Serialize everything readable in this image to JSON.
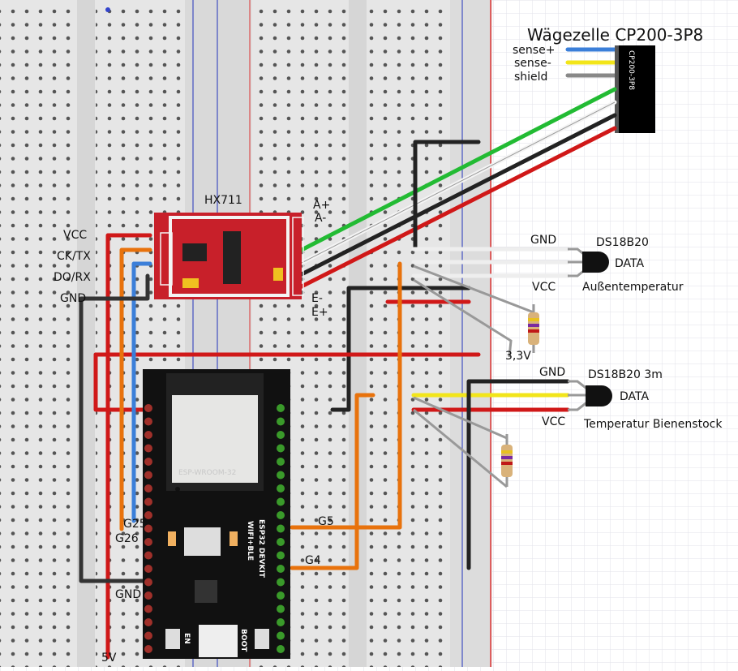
{
  "load_cell": {
    "title": "Wägezelle CP200-3P8",
    "chip_label": "CP200-3P8",
    "wire_labels": [
      "sense+",
      "sense-",
      "shield"
    ]
  },
  "hx711": {
    "title": "HX711",
    "left_pins": [
      "VCC",
      "CK/TX",
      "DO/RX",
      "GND"
    ],
    "right_pins_top": [
      "A+",
      "A-"
    ],
    "right_pins_bottom": [
      "E-",
      "E+"
    ]
  },
  "esp32": {
    "module_label": "ESP-WROOM-32",
    "board_label": "ESP32 DEVKIT",
    "board_sub": "WIFI+BLE",
    "button_en": "EN",
    "button_boot": "BOOT",
    "pin_labels": {
      "g25": "G25",
      "g26": "G26",
      "gnd": "GND",
      "v5": "5V",
      "g5": "G5",
      "g4": "G4"
    }
  },
  "sensor_outside": {
    "name": "DS18B20",
    "gnd": "GND",
    "data": "DATA",
    "vcc": "VCC",
    "caption": "Außentemperatur",
    "supply": "3,3V"
  },
  "sensor_hive": {
    "name": "DS18B20 3m",
    "gnd": "GND",
    "data": "DATA",
    "vcc": "VCC",
    "caption": "Temperatur Bienenstock"
  },
  "colors": {
    "breadboard": "#e4e4e4",
    "hx711_board": "#c8202a",
    "esp32_board": "#111111",
    "wire_red": "#d01818",
    "wire_black": "#222222",
    "wire_green": "#22bb33",
    "wire_orange": "#e8720c",
    "wire_blue": "#3b7fd9",
    "wire_yellow": "#f2e51a",
    "wire_gray": "#9a9a9a"
  }
}
